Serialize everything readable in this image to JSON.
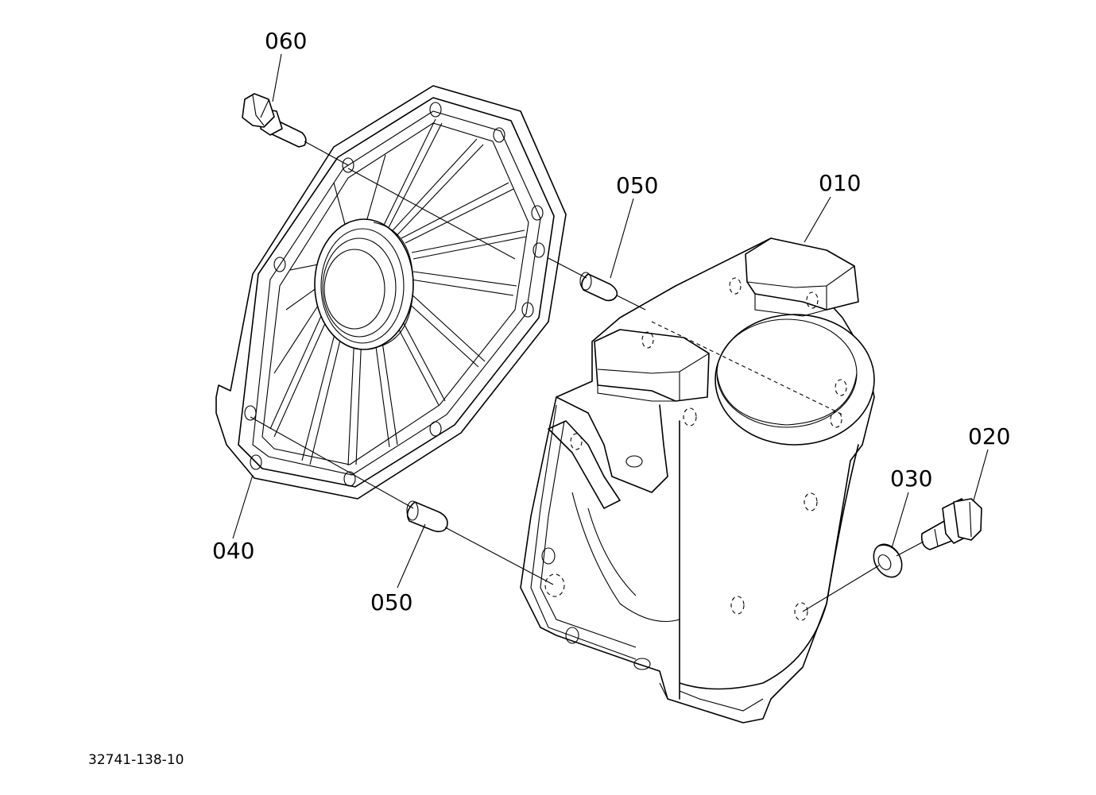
{
  "callouts": {
    "c060": "060",
    "c050_top": "050",
    "c010": "010",
    "c020": "020",
    "c030": "030",
    "c040": "040",
    "c050_bottom": "050"
  },
  "document_number": "32741-138-10"
}
